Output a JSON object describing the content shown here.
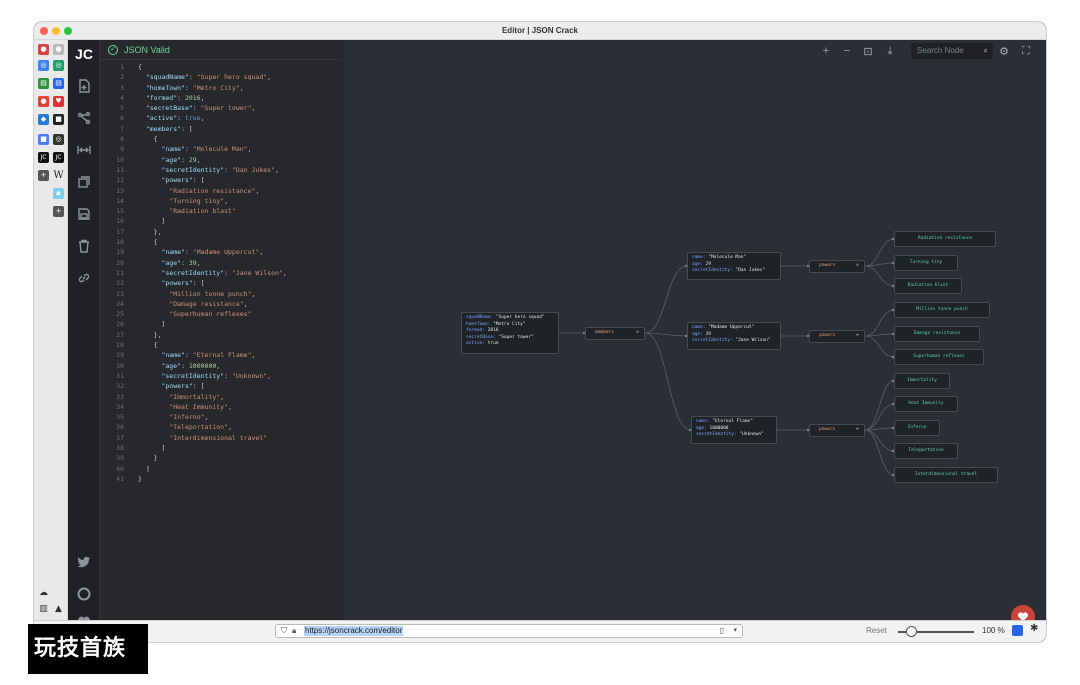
{
  "window": {
    "title": "Editor | JSON Crack"
  },
  "app": {
    "logo": "JC"
  },
  "editor": {
    "status": "JSON Valid",
    "lines": [
      [
        {
          "t": "p",
          "v": "{"
        }
      ],
      [
        {
          "t": "p",
          "v": "  "
        },
        {
          "t": "k",
          "v": "\"squadName\""
        },
        {
          "t": "p",
          "v": ": "
        },
        {
          "t": "s",
          "v": "\"Super hero squad\""
        },
        {
          "t": "p",
          "v": ","
        }
      ],
      [
        {
          "t": "p",
          "v": "  "
        },
        {
          "t": "k",
          "v": "\"homeTown\""
        },
        {
          "t": "p",
          "v": ": "
        },
        {
          "t": "s",
          "v": "\"Metro City\""
        },
        {
          "t": "p",
          "v": ","
        }
      ],
      [
        {
          "t": "p",
          "v": "  "
        },
        {
          "t": "k",
          "v": "\"formed\""
        },
        {
          "t": "p",
          "v": ": "
        },
        {
          "t": "n",
          "v": "2016"
        },
        {
          "t": "p",
          "v": ","
        }
      ],
      [
        {
          "t": "p",
          "v": "  "
        },
        {
          "t": "k",
          "v": "\"secretBase\""
        },
        {
          "t": "p",
          "v": ": "
        },
        {
          "t": "s",
          "v": "\"Super tower\""
        },
        {
          "t": "p",
          "v": ","
        }
      ],
      [
        {
          "t": "p",
          "v": "  "
        },
        {
          "t": "k",
          "v": "\"active\""
        },
        {
          "t": "p",
          "v": ": "
        },
        {
          "t": "b",
          "v": "true"
        },
        {
          "t": "p",
          "v": ","
        }
      ],
      [
        {
          "t": "p",
          "v": "  "
        },
        {
          "t": "k",
          "v": "\"members\""
        },
        {
          "t": "p",
          "v": ": ["
        }
      ],
      [
        {
          "t": "p",
          "v": "    {"
        }
      ],
      [
        {
          "t": "p",
          "v": "      "
        },
        {
          "t": "k",
          "v": "\"name\""
        },
        {
          "t": "p",
          "v": ": "
        },
        {
          "t": "s",
          "v": "\"Molecule Man\""
        },
        {
          "t": "p",
          "v": ","
        }
      ],
      [
        {
          "t": "p",
          "v": "      "
        },
        {
          "t": "k",
          "v": "\"age\""
        },
        {
          "t": "p",
          "v": ": "
        },
        {
          "t": "n",
          "v": "29"
        },
        {
          "t": "p",
          "v": ","
        }
      ],
      [
        {
          "t": "p",
          "v": "      "
        },
        {
          "t": "k",
          "v": "\"secretIdentity\""
        },
        {
          "t": "p",
          "v": ": "
        },
        {
          "t": "s",
          "v": "\"Dan Jukes\""
        },
        {
          "t": "p",
          "v": ","
        }
      ],
      [
        {
          "t": "p",
          "v": "      "
        },
        {
          "t": "k",
          "v": "\"powers\""
        },
        {
          "t": "p",
          "v": ": ["
        }
      ],
      [
        {
          "t": "p",
          "v": "        "
        },
        {
          "t": "s",
          "v": "\"Radiation resistance\""
        },
        {
          "t": "p",
          "v": ","
        }
      ],
      [
        {
          "t": "p",
          "v": "        "
        },
        {
          "t": "s",
          "v": "\"Turning tiny\""
        },
        {
          "t": "p",
          "v": ","
        }
      ],
      [
        {
          "t": "p",
          "v": "        "
        },
        {
          "t": "s",
          "v": "\"Radiation blast\""
        }
      ],
      [
        {
          "t": "p",
          "v": "      ]"
        }
      ],
      [
        {
          "t": "p",
          "v": "    },"
        }
      ],
      [
        {
          "t": "p",
          "v": "    {"
        }
      ],
      [
        {
          "t": "p",
          "v": "      "
        },
        {
          "t": "k",
          "v": "\"name\""
        },
        {
          "t": "p",
          "v": ": "
        },
        {
          "t": "s",
          "v": "\"Madame Uppercut\""
        },
        {
          "t": "p",
          "v": ","
        }
      ],
      [
        {
          "t": "p",
          "v": "      "
        },
        {
          "t": "k",
          "v": "\"age\""
        },
        {
          "t": "p",
          "v": ": "
        },
        {
          "t": "n",
          "v": "39"
        },
        {
          "t": "p",
          "v": ","
        }
      ],
      [
        {
          "t": "p",
          "v": "      "
        },
        {
          "t": "k",
          "v": "\"secretIdentity\""
        },
        {
          "t": "p",
          "v": ": "
        },
        {
          "t": "s",
          "v": "\"Jane Wilson\""
        },
        {
          "t": "p",
          "v": ","
        }
      ],
      [
        {
          "t": "p",
          "v": "      "
        },
        {
          "t": "k",
          "v": "\"powers\""
        },
        {
          "t": "p",
          "v": ": ["
        }
      ],
      [
        {
          "t": "p",
          "v": "        "
        },
        {
          "t": "s",
          "v": "\"Million tonne punch\""
        },
        {
          "t": "p",
          "v": ","
        }
      ],
      [
        {
          "t": "p",
          "v": "        "
        },
        {
          "t": "s",
          "v": "\"Damage resistance\""
        },
        {
          "t": "p",
          "v": ","
        }
      ],
      [
        {
          "t": "p",
          "v": "        "
        },
        {
          "t": "s",
          "v": "\"Superhuman reflexes\""
        }
      ],
      [
        {
          "t": "p",
          "v": "      ]"
        }
      ],
      [
        {
          "t": "p",
          "v": "    },"
        }
      ],
      [
        {
          "t": "p",
          "v": "    {"
        }
      ],
      [
        {
          "t": "p",
          "v": "      "
        },
        {
          "t": "k",
          "v": "\"name\""
        },
        {
          "t": "p",
          "v": ": "
        },
        {
          "t": "s",
          "v": "\"Eternal Flame\""
        },
        {
          "t": "p",
          "v": ","
        }
      ],
      [
        {
          "t": "p",
          "v": "      "
        },
        {
          "t": "k",
          "v": "\"age\""
        },
        {
          "t": "p",
          "v": ": "
        },
        {
          "t": "n",
          "v": "1000000"
        },
        {
          "t": "p",
          "v": ","
        }
      ],
      [
        {
          "t": "p",
          "v": "      "
        },
        {
          "t": "k",
          "v": "\"secretIdentity\""
        },
        {
          "t": "p",
          "v": ": "
        },
        {
          "t": "s",
          "v": "\"Unknown\""
        },
        {
          "t": "p",
          "v": ","
        }
      ],
      [
        {
          "t": "p",
          "v": "      "
        },
        {
          "t": "k",
          "v": "\"powers\""
        },
        {
          "t": "p",
          "v": ": ["
        }
      ],
      [
        {
          "t": "p",
          "v": "        "
        },
        {
          "t": "s",
          "v": "\"Immortality\""
        },
        {
          "t": "p",
          "v": ","
        }
      ],
      [
        {
          "t": "p",
          "v": "        "
        },
        {
          "t": "s",
          "v": "\"Heat Immunity\""
        },
        {
          "t": "p",
          "v": ","
        }
      ],
      [
        {
          "t": "p",
          "v": "        "
        },
        {
          "t": "s",
          "v": "\"Inferno\""
        },
        {
          "t": "p",
          "v": ","
        }
      ],
      [
        {
          "t": "p",
          "v": "        "
        },
        {
          "t": "s",
          "v": "\"Teleportation\""
        },
        {
          "t": "p",
          "v": ","
        }
      ],
      [
        {
          "t": "p",
          "v": "        "
        },
        {
          "t": "s",
          "v": "\"Interdimensional travel\""
        }
      ],
      [
        {
          "t": "p",
          "v": "      ]"
        }
      ],
      [
        {
          "t": "p",
          "v": "    }"
        }
      ],
      [
        {
          "t": "p",
          "v": "  ]"
        }
      ],
      [
        {
          "t": "p",
          "v": "}"
        }
      ]
    ]
  },
  "toolbar": {
    "search_placeholder": "Search Node"
  },
  "graph": {
    "root": {
      "squadName": "\"Super hero squad\"",
      "homeTown": "\"Metro City\"",
      "formed": "2016",
      "secretBase": "\"Super tower\"",
      "active": "true"
    },
    "members_label": "members",
    "powers_label": "powers",
    "members": [
      {
        "name": "\"Molecule Man\"",
        "age": "29",
        "secretIdentity": "\"Dan Jukes\"",
        "powers": [
          "Radiation resistance",
          "Turning tiny",
          "Radiation blast"
        ]
      },
      {
        "name": "\"Madame Uppercut\"",
        "age": "39",
        "secretIdentity": "\"Jane Wilson\"",
        "powers": [
          "Million tonne punch",
          "Damage resistance",
          "Superhuman reflexes"
        ]
      },
      {
        "name": "\"Eternal Flame\"",
        "age": "1000000",
        "secretIdentity": "\"Unknown\"",
        "powers": [
          "Immortality",
          "Heat Immunity",
          "Inferno",
          "Teleportation",
          "Interdimensional travel"
        ]
      }
    ]
  },
  "browser": {
    "url": "https://jsoncrack.com/editor",
    "reset": "Reset",
    "zoom": "100 %"
  },
  "watermark": "玩技首族",
  "colors": {
    "valid": "#6fd49a",
    "leaf_text": "#5fd6a4",
    "parent_text": "#f5a36a",
    "key": "#7aa7ff",
    "heart": "#c8453d"
  }
}
